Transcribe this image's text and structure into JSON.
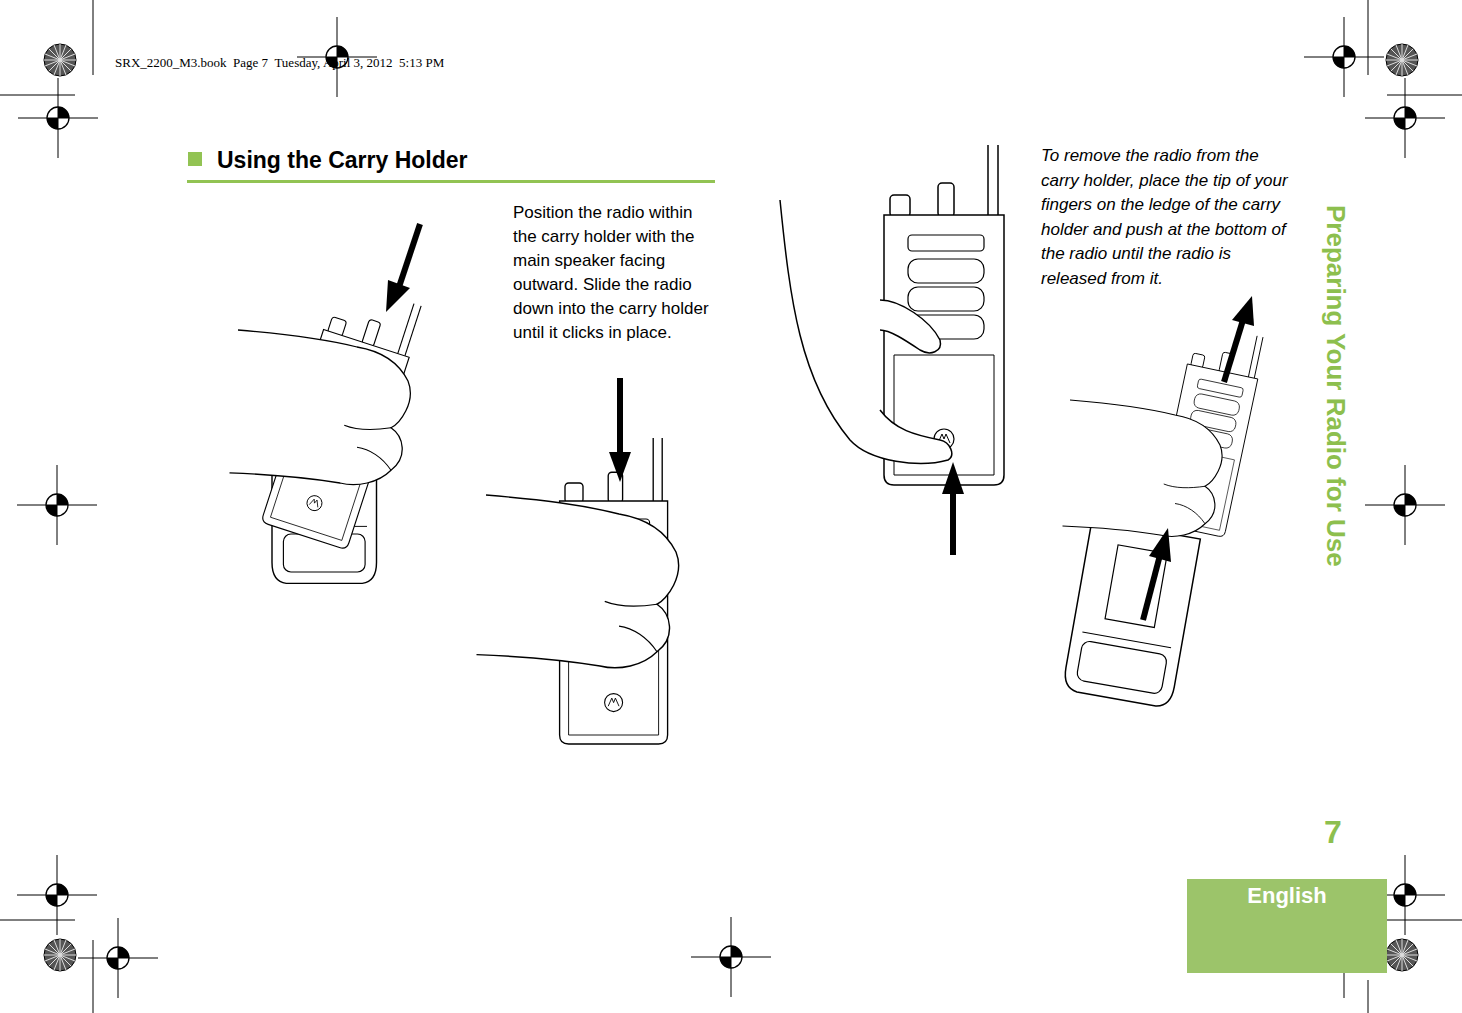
{
  "diagram": {
    "title": "Using the Carry Holder",
    "nodes": [
      {
        "text": [
          "English"
        ]
      }
    ],
    "labels": [
      "SRX_2200_M3.book  Page 7  Tuesday, April 3, 2012  5:13 PM",
      "Position the radio within the carry holder with the main speaker facing outward. Slide the radio down into the carry holder until it clicks in place.",
      "To remove the radio from the carry holder, place the tip of your fingers on the ledge of the carry holder and push at the bottom of the radio until the radio is released from it.",
      "Preparing Your Radio for Use",
      "7"
    ]
  }
}
